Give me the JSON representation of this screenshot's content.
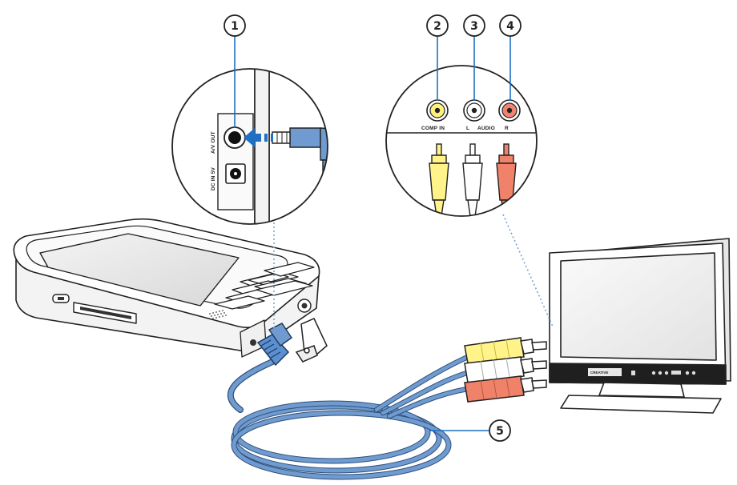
{
  "callouts": [
    {
      "number": "1"
    },
    {
      "number": "2"
    },
    {
      "number": "3"
    },
    {
      "number": "4"
    },
    {
      "number": "5"
    }
  ],
  "player_jacks": {
    "av_out_label": "A/V OUT",
    "dc_in_label": "DC IN 5V"
  },
  "tv_jacks": {
    "comp_in_label": "COMP IN",
    "left_label": "L",
    "audio_label": "AUDIO",
    "right_label": "R"
  },
  "tv": {
    "brand_label": "CREATIVE"
  },
  "colors": {
    "cable": "#6f9bd0",
    "arrow": "#1f6fc4",
    "yellow_plug": "#fff38a",
    "white_plug": "#ffffff",
    "red_plug": "#f0826a",
    "jack_yellow": "#fff27a",
    "jack_red": "#f2836f"
  }
}
